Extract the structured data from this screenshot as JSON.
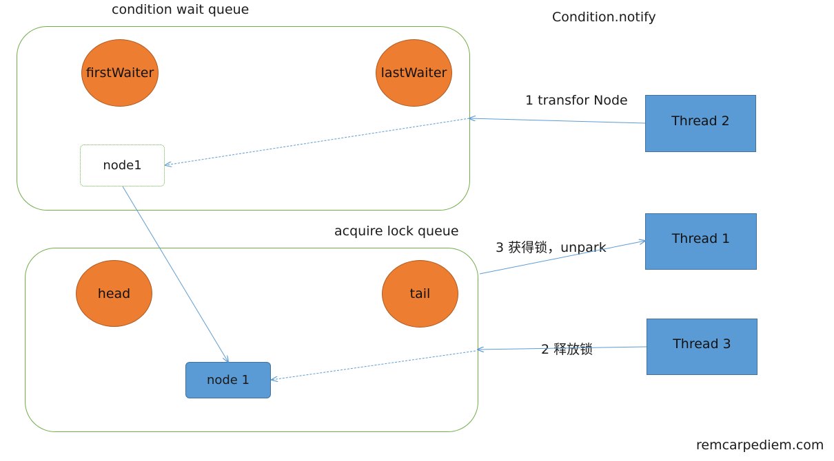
{
  "labels": {
    "condition_queue": "condition wait queue",
    "acquire_queue": "acquire lock queue",
    "notify": "Condition.notify",
    "transfer": "1 transfor Node",
    "acquire_unpark": "3 获得锁，unpark",
    "release": "2 释放锁",
    "watermark": "remcarpediem.com"
  },
  "condition_queue": {
    "first_waiter": "firstWaiter",
    "last_waiter": "lastWaiter",
    "node": "node1"
  },
  "acquire_queue": {
    "head": "head",
    "tail": "tail",
    "node": "node 1"
  },
  "threads": {
    "t2": "Thread 2",
    "t1": "Thread 1",
    "t3": "Thread  3"
  },
  "colors": {
    "container_border": "#70ad47",
    "circle_fill": "#ed7d31",
    "thread_fill": "#5b9bd5",
    "arrow": "#5b9bd5"
  }
}
